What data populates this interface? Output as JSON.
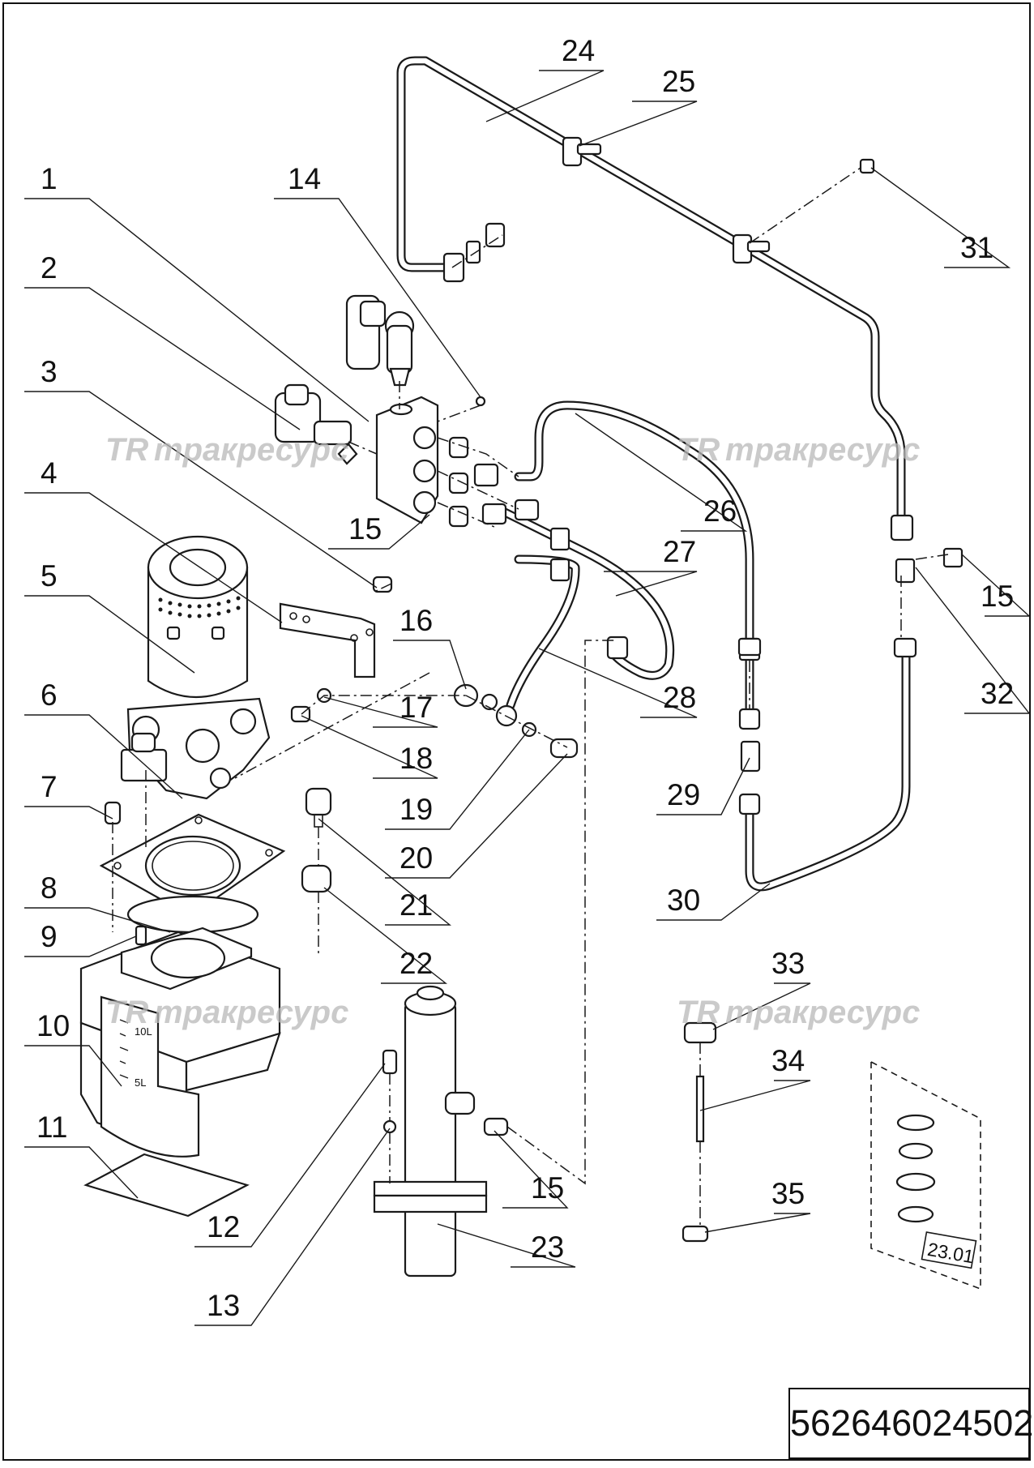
{
  "watermark": {
    "logo": "TR",
    "text": "тракресурс"
  },
  "callouts": [
    "1",
    "2",
    "3",
    "4",
    "5",
    "6",
    "7",
    "8",
    "9",
    "10",
    "11",
    "12",
    "13",
    "14",
    "15",
    "15",
    "15",
    "15",
    "16",
    "17",
    "18",
    "19",
    "20",
    "21",
    "22",
    "23",
    "24",
    "25",
    "26",
    "27",
    "28",
    "29",
    "30",
    "31",
    "32",
    "33",
    "34",
    "35"
  ],
  "tank_scale": {
    "upper": "10L",
    "lower": "5L"
  },
  "kit_label": "23.01",
  "drawing_number": "562646024502"
}
